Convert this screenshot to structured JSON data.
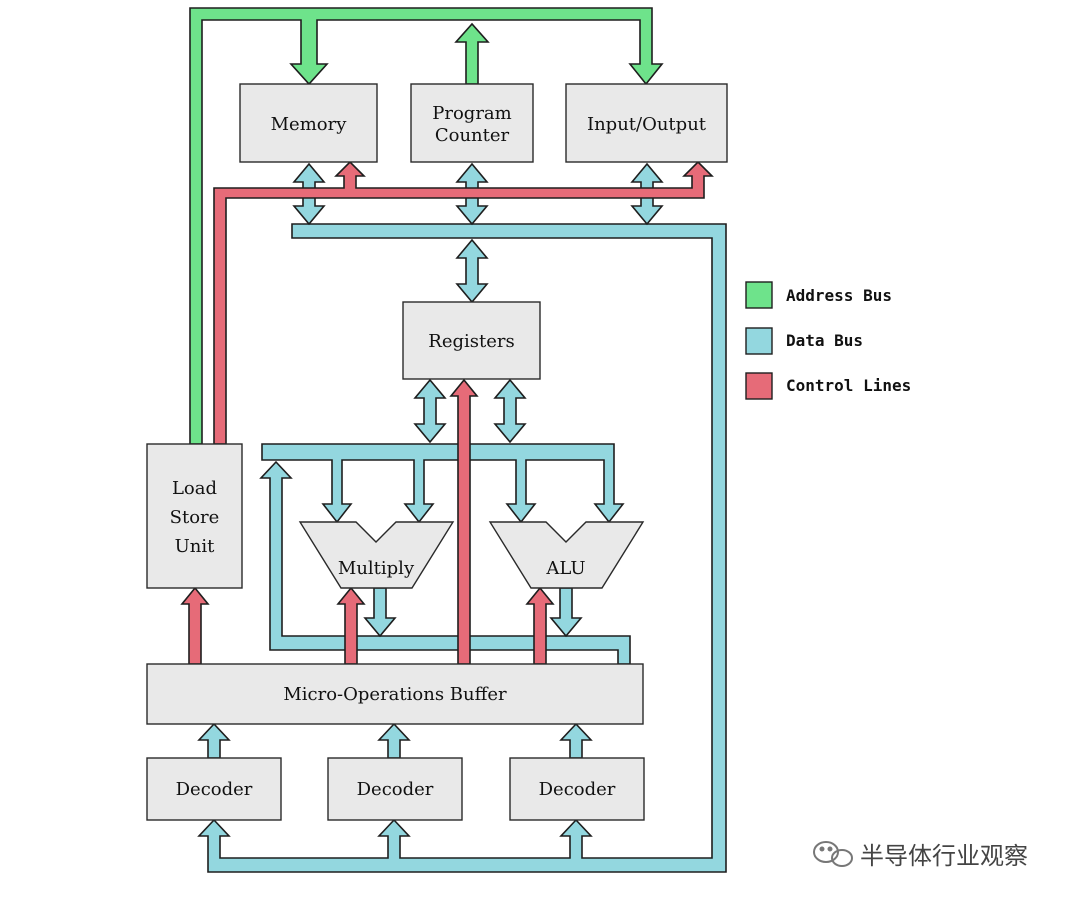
{
  "colors": {
    "address_bus": "#6ee38b",
    "data_bus": "#93d7df",
    "control_lines": "#e66b78",
    "box_fill": "#e9e9e9",
    "outline": "#1e1e1e"
  },
  "blocks": {
    "memory": "Memory",
    "program_counter_line1": "Program",
    "program_counter_line2": "Counter",
    "input_output": "Input/Output",
    "registers": "Registers",
    "load_store_line1": "Load",
    "load_store_line2": "Store",
    "load_store_line3": "Unit",
    "multiply": "Multiply",
    "alu": "ALU",
    "micro_ops_buffer": "Micro-Operations Buffer",
    "decoder_1": "Decoder",
    "decoder_2": "Decoder",
    "decoder_3": "Decoder"
  },
  "legend": {
    "items": [
      {
        "label": "Address Bus",
        "color": "#6ee38b"
      },
      {
        "label": "Data Bus",
        "color": "#93d7df"
      },
      {
        "label": "Control Lines",
        "color": "#e66b78"
      }
    ]
  },
  "watermark": {
    "icon": "wechat-icon",
    "text": "半导体行业观察"
  }
}
